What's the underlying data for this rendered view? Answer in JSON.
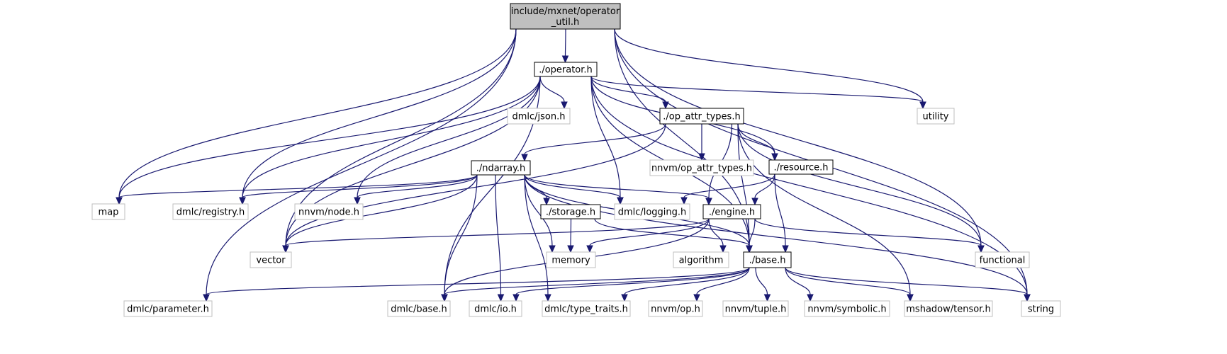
{
  "title": "include/mxnet/operator_util.h include dependency graph",
  "colors": {
    "edge": "#191970",
    "root_fill": "#bfbfbf",
    "local_border": "#000000",
    "external_border": "#bfbfbf"
  },
  "nodes": [
    {
      "id": "root",
      "kind": "root",
      "lines": [
        "include/mxnet/operator",
        "_util.h"
      ]
    },
    {
      "id": "operator",
      "kind": "local",
      "lines": [
        "./operator.h"
      ]
    },
    {
      "id": "dmlc_json",
      "kind": "ext",
      "lines": [
        "dmlc/json.h"
      ]
    },
    {
      "id": "op_attr_types",
      "kind": "local",
      "lines": [
        "./op_attr_types.h"
      ]
    },
    {
      "id": "utility",
      "kind": "ext",
      "lines": [
        "utility"
      ]
    },
    {
      "id": "ndarray",
      "kind": "local",
      "lines": [
        "./ndarray.h"
      ]
    },
    {
      "id": "nnvm_op_attr_types",
      "kind": "ext",
      "lines": [
        "nnvm/op_attr_types.h"
      ]
    },
    {
      "id": "resource",
      "kind": "local",
      "lines": [
        "./resource.h"
      ]
    },
    {
      "id": "map",
      "kind": "ext",
      "lines": [
        "map"
      ]
    },
    {
      "id": "dmlc_registry",
      "kind": "ext",
      "lines": [
        "dmlc/registry.h"
      ]
    },
    {
      "id": "nnvm_node",
      "kind": "ext",
      "lines": [
        "nnvm/node.h"
      ]
    },
    {
      "id": "storage",
      "kind": "local",
      "lines": [
        "./storage.h"
      ]
    },
    {
      "id": "dmlc_logging",
      "kind": "ext",
      "lines": [
        "dmlc/logging.h"
      ]
    },
    {
      "id": "engine",
      "kind": "local",
      "lines": [
        "./engine.h"
      ]
    },
    {
      "id": "vector",
      "kind": "ext",
      "lines": [
        "vector"
      ]
    },
    {
      "id": "memory",
      "kind": "ext",
      "lines": [
        "memory"
      ]
    },
    {
      "id": "algorithm",
      "kind": "ext",
      "lines": [
        "algorithm"
      ]
    },
    {
      "id": "base",
      "kind": "local",
      "lines": [
        "./base.h"
      ]
    },
    {
      "id": "functional",
      "kind": "ext",
      "lines": [
        "functional"
      ]
    },
    {
      "id": "dmlc_parameter",
      "kind": "ext",
      "lines": [
        "dmlc/parameter.h"
      ]
    },
    {
      "id": "dmlc_base",
      "kind": "ext",
      "lines": [
        "dmlc/base.h"
      ]
    },
    {
      "id": "dmlc_io",
      "kind": "ext",
      "lines": [
        "dmlc/io.h"
      ]
    },
    {
      "id": "dmlc_type_traits",
      "kind": "ext",
      "lines": [
        "dmlc/type_traits.h"
      ]
    },
    {
      "id": "nnvm_op",
      "kind": "ext",
      "lines": [
        "nnvm/op.h"
      ]
    },
    {
      "id": "nnvm_tuple",
      "kind": "ext",
      "lines": [
        "nnvm/tuple.h"
      ]
    },
    {
      "id": "nnvm_symbolic",
      "kind": "ext",
      "lines": [
        "nnvm/symbolic.h"
      ]
    },
    {
      "id": "mshadow_tensor",
      "kind": "ext",
      "lines": [
        "mshadow/tensor.h"
      ]
    },
    {
      "id": "string",
      "kind": "ext",
      "lines": [
        "string"
      ]
    }
  ],
  "edges": [
    [
      "root",
      "operator"
    ],
    [
      "root",
      "dmlc_registry"
    ],
    [
      "root",
      "map"
    ],
    [
      "root",
      "vector"
    ],
    [
      "root",
      "dmlc_parameter"
    ],
    [
      "root",
      "utility"
    ],
    [
      "root",
      "base"
    ],
    [
      "root",
      "functional"
    ],
    [
      "root",
      "string"
    ],
    [
      "operator",
      "dmlc_json"
    ],
    [
      "operator",
      "op_attr_types"
    ],
    [
      "operator",
      "utility"
    ],
    [
      "operator",
      "map"
    ],
    [
      "operator",
      "dmlc_registry"
    ],
    [
      "operator",
      "nnvm_node"
    ],
    [
      "operator",
      "dmlc_logging"
    ],
    [
      "operator",
      "vector"
    ],
    [
      "operator",
      "dmlc_base"
    ],
    [
      "operator",
      "resource"
    ],
    [
      "operator",
      "base"
    ],
    [
      "operator",
      "string"
    ],
    [
      "op_attr_types",
      "ndarray"
    ],
    [
      "op_attr_types",
      "nnvm_op_attr_types"
    ],
    [
      "op_attr_types",
      "resource"
    ],
    [
      "op_attr_types",
      "vector"
    ],
    [
      "op_attr_types",
      "engine"
    ],
    [
      "op_attr_types",
      "base"
    ],
    [
      "op_attr_types",
      "functional"
    ],
    [
      "op_attr_types",
      "mshadow_tensor"
    ],
    [
      "ndarray",
      "map"
    ],
    [
      "ndarray",
      "dmlc_registry"
    ],
    [
      "ndarray",
      "nnvm_node"
    ],
    [
      "ndarray",
      "storage"
    ],
    [
      "ndarray",
      "dmlc_logging"
    ],
    [
      "ndarray",
      "engine"
    ],
    [
      "ndarray",
      "vector"
    ],
    [
      "ndarray",
      "memory"
    ],
    [
      "ndarray",
      "base"
    ],
    [
      "ndarray",
      "dmlc_base"
    ],
    [
      "ndarray",
      "dmlc_io"
    ],
    [
      "ndarray",
      "dmlc_type_traits"
    ],
    [
      "ndarray",
      "string"
    ],
    [
      "resource",
      "dmlc_logging"
    ],
    [
      "resource",
      "engine"
    ],
    [
      "resource",
      "base"
    ],
    [
      "storage",
      "memory"
    ],
    [
      "storage",
      "base"
    ],
    [
      "engine",
      "vector"
    ],
    [
      "engine",
      "memory"
    ],
    [
      "engine",
      "algorithm"
    ],
    [
      "engine",
      "base"
    ],
    [
      "engine",
      "functional"
    ],
    [
      "engine",
      "dmlc_base"
    ],
    [
      "base",
      "dmlc_parameter"
    ],
    [
      "base",
      "dmlc_base"
    ],
    [
      "base",
      "dmlc_io"
    ],
    [
      "base",
      "dmlc_type_traits"
    ],
    [
      "base",
      "nnvm_op"
    ],
    [
      "base",
      "nnvm_tuple"
    ],
    [
      "base",
      "nnvm_symbolic"
    ],
    [
      "base",
      "mshadow_tensor"
    ],
    [
      "base",
      "string"
    ]
  ]
}
